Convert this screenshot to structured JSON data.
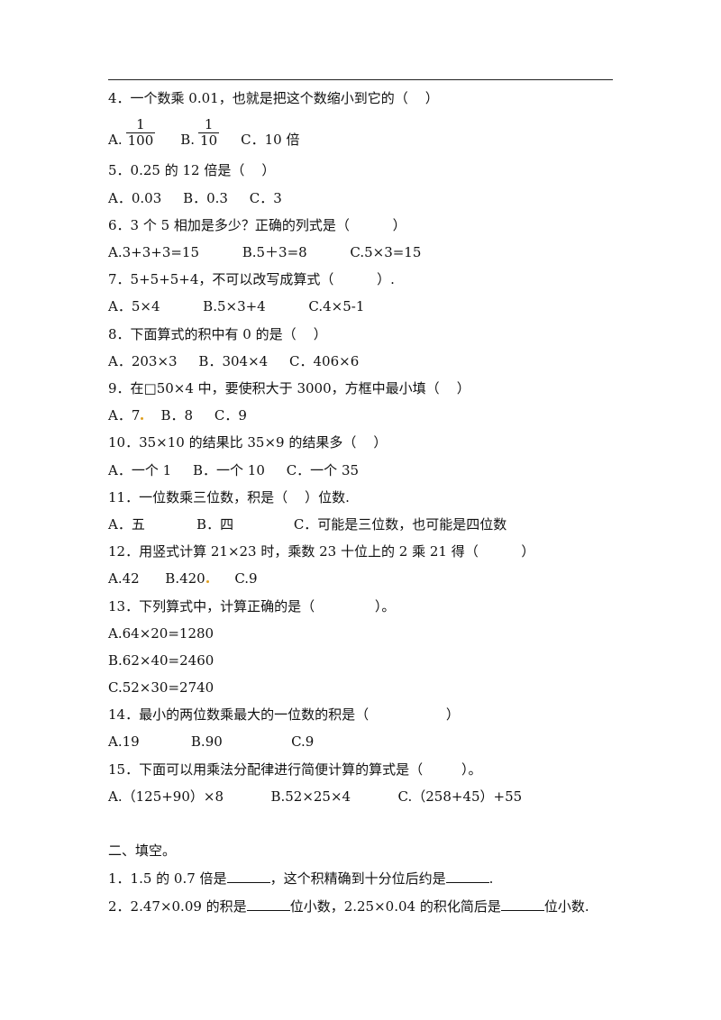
{
  "questions": [
    {
      "stem": "4．一个数乘 0.01，也就是把这个数缩小到它的（    ）"
    },
    {
      "stem": "5．0.25 的 12 倍是（    ）",
      "options": "A．0.03     B．0.3     C．3"
    },
    {
      "stem": "6．3 个 5 相加是多少？正确的列式是（          ）",
      "options": "A.3+3+3=15          B.5＋3=8          C.5×3=15"
    },
    {
      "stem": "7．5+5+5+4，不可以改写成算式（          ）.",
      "options": "A．5×4          B.5×3+4          C.4×5-1"
    },
    {
      "stem": "8．下面算式的积中有 0 的是（    ）",
      "options": "A．203×3     B．304×4     C．406×6"
    },
    {
      "stem": "9．在□50×4 中，要使积大于 3000，方框中最小填（    ）",
      "options_a": "A．7",
      "options_rest": "    B．8     C．9"
    },
    {
      "stem": "10．35×10 的结果比 35×9 的结果多（    ）",
      "options": "A．一个 1     B．一个 10     C．一个 35"
    },
    {
      "stem": "11．一位数乘三位数，积是（    ）位数.",
      "options": "A．五            B．四              C．可能是三位数，也可能是四位数"
    },
    {
      "stem": "12．用竖式计算 21×23 时，乘数 23 十位上的 2 乘 21 得（          ）",
      "options_a": "A.42      B.420",
      "options_rest": "      C.9"
    },
    {
      "stem": "13．下列算式中，计算正确的是（              ）。",
      "options": [
        "A.64×20=1280",
        "B.62×40=2460",
        "C.52×30=2740"
      ]
    },
    {
      "stem": "14．最小的两位数乘最大的一位数的积是（                  ）",
      "options": "A.19            B.90                C.9"
    },
    {
      "stem": "15．下面可以用乘法分配律进行简便计算的算式是（         ）。",
      "options": "A.（125+90）×8           B.52×25×4           C.（258+45）+55"
    }
  ],
  "q4_options": {
    "a_label": "A.",
    "a_num": "1",
    "a_den": "100",
    "b_label": "B.",
    "b_num": "1",
    "b_den": "10",
    "c_text": "C．10 倍"
  },
  "section2": {
    "title": "二、填空。",
    "q1_part1": "1．1.5 的 0.7 倍是",
    "q1_part2": "，这个积精确到十分位后约是",
    "q1_part3": ".",
    "q2_part1": "2．2.47×0.09 的积是",
    "q2_part2": "位小数，2.25×0.04 的积化简后是",
    "q2_part3": "位小数."
  }
}
